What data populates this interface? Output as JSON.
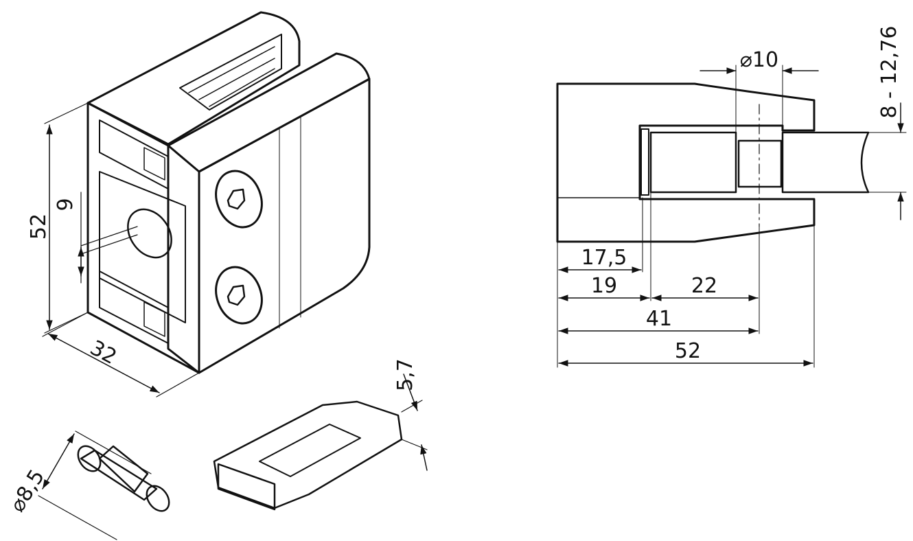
{
  "colors": {
    "line": "#111111",
    "glass": "#dff0dc",
    "pad": "#2a2a2a",
    "insert": "#b8b1a8",
    "face": "#ffffff"
  },
  "iso_clamp": {
    "dim_height": "52",
    "dim_width": "32",
    "dim_slot": "9"
  },
  "pin": {
    "dim_diameter": "⌀8,5"
  },
  "insert": {
    "dim_thickness": "5,7"
  },
  "section_view": {
    "dim_hole": "⌀10",
    "dim_glass": "8 - 12,76",
    "dim_17_5": "17,5",
    "dim_19": "19",
    "dim_22": "22",
    "dim_41": "41",
    "dim_52": "52"
  }
}
